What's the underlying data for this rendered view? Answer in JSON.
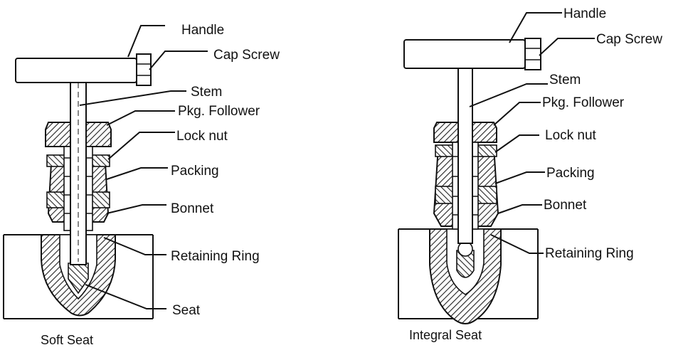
{
  "diagrams": [
    {
      "caption": "Soft Seat",
      "labels": [
        "Handle",
        "Cap Screw",
        "Stem",
        "Pkg. Follower",
        "Lock nut",
        "Packing",
        "Bonnet",
        "Retaining Ring",
        "Seat"
      ]
    },
    {
      "caption": "Integral Seat",
      "labels": [
        "Handle",
        "Cap Screw",
        "Stem",
        "Pkg. Follower",
        "Lock nut",
        "Packing",
        "Bonnet",
        "Retaining Ring"
      ]
    }
  ]
}
